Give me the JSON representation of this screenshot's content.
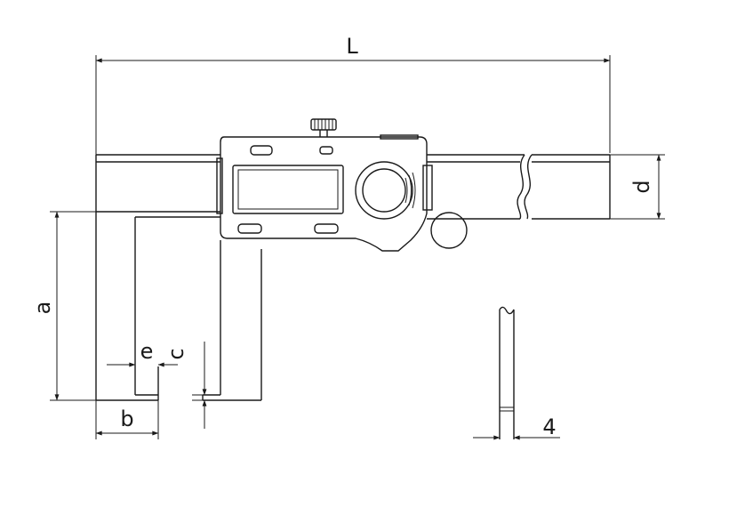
{
  "labels": {
    "length": "L",
    "thickness": "d",
    "jaw_depth": "a",
    "jaw_width": "b",
    "jaw_gap": "e",
    "tip_offset": "c",
    "blade_tip": "4"
  },
  "colors": {
    "line": "#1a1a1a",
    "background": "#ffffff"
  }
}
